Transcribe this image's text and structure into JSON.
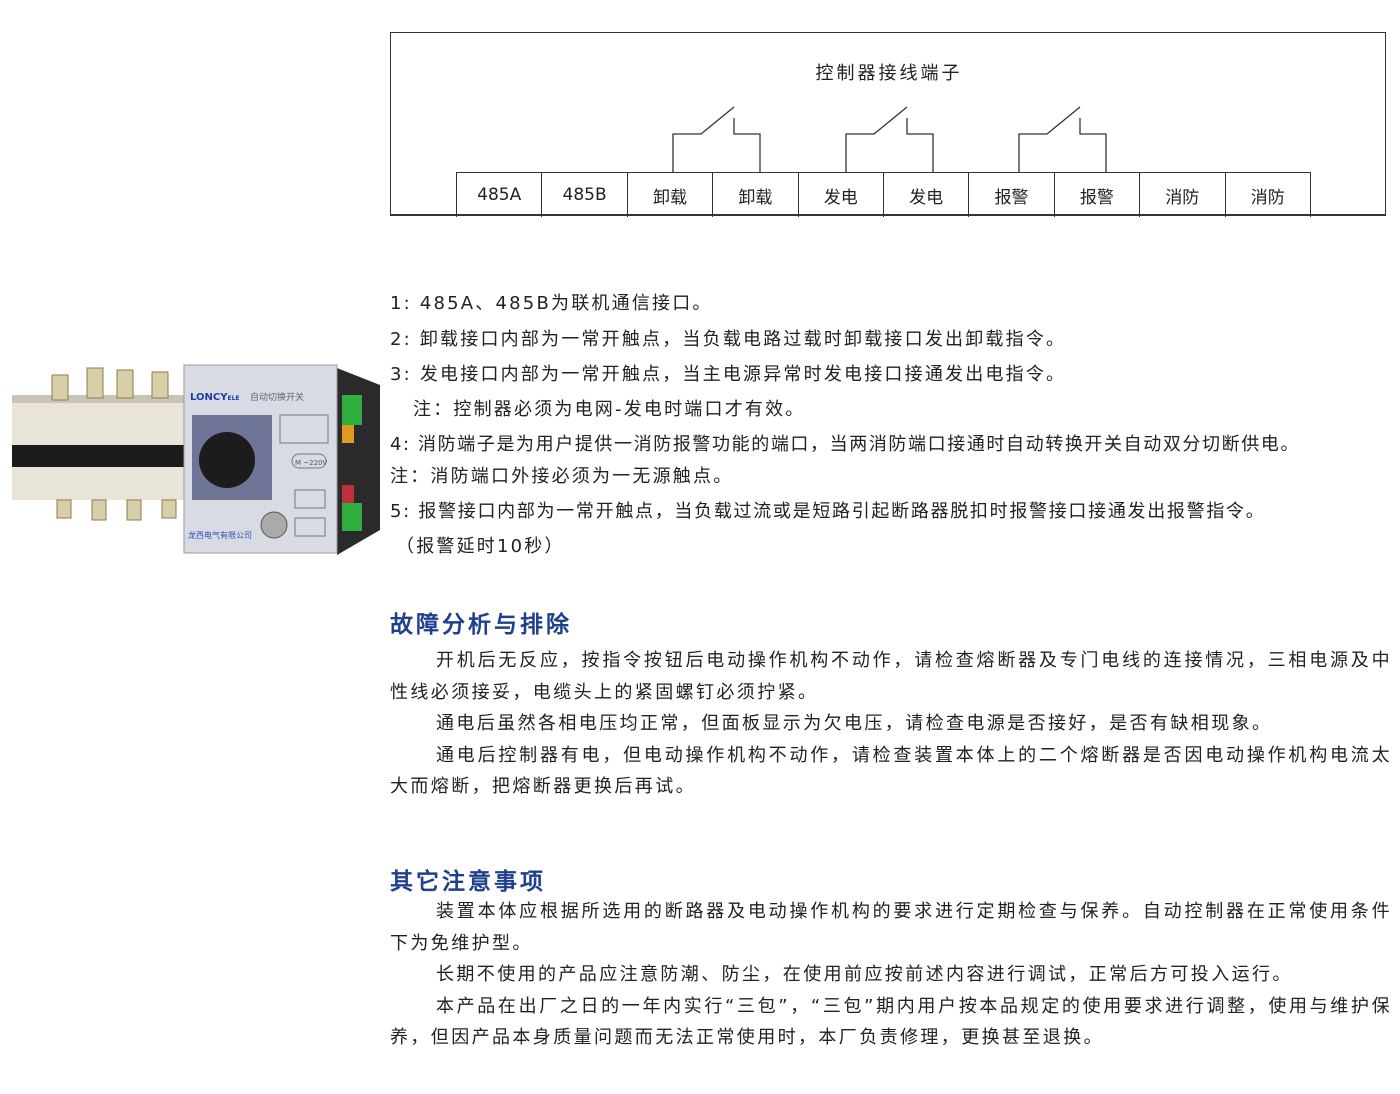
{
  "diagram": {
    "title": "控制器接线端子",
    "terminals": [
      "485A",
      "485B",
      "卸载",
      "卸载",
      "发电",
      "发电",
      "报警",
      "报警",
      "消防",
      "消防"
    ]
  },
  "notes": [
    "1: 485A、485B为联机通信接口。",
    "2: 卸载接口内部为一常开触点，当负载电路过载时卸载接口发出卸载指令。",
    "3: 发电接口内部为一常开触点，当主电源异常时发电接口接通发出电指令。",
    "注：控制器必须为电网-发电时端口才有效。",
    "4: 消防端子是为用户提供一消防报警功能的端口，当两消防端口接通时自动转换开关自动双分切断供电。",
    "注：消防端口外接必须为一无源触点。",
    "5: 报警接口内部为一常开触点，当负载过流或是短路引起断路器脱扣时报警接口接通发出报警指令。",
    "（报警延时10秒）"
  ],
  "product": {
    "brand": "LONCYELE",
    "label": "自动切换开关",
    "maker": "龙西电气有限公司",
    "motor": "M ~220V"
  },
  "fault": {
    "heading": "故障分析与排除",
    "paragraphs": [
      "开机后无反应，按指令按钮后电动操作机构不动作，请检查熔断器及专门电线的连接情况，三相电源及中性线必须接妥，电缆头上的紧固螺钉必须拧紧。",
      "通电后虽然各相电压均正常，但面板显示为欠电压，请检查电源是否接好，是否有缺相现象。",
      "通电后控制器有电，但电动操作机构不动作，请检查装置本体上的二个熔断器是否因电动操作机构电流太大而熔断，把熔断器更换后再试。"
    ]
  },
  "other": {
    "heading": "其它注意事项",
    "paragraphs": [
      "装置本体应根据所选用的断路器及电动操作机构的要求进行定期检查与保养。自动控制器在正常使用条件下为免维护型。",
      "长期不使用的产品应注意防潮、防尘，在使用前应按前述内容进行调试，正常后方可投入运行。",
      "本产品在出厂之日的一年内实行“三包”，“三包”期内用户按本品规定的使用要求进行调整，使用与维护保养，但因产品本身质量问题而无法正常使用时，本厂负责修理，更换甚至退换。"
    ]
  },
  "colors": {
    "heading": "#1f3f8f",
    "text": "#222222"
  }
}
